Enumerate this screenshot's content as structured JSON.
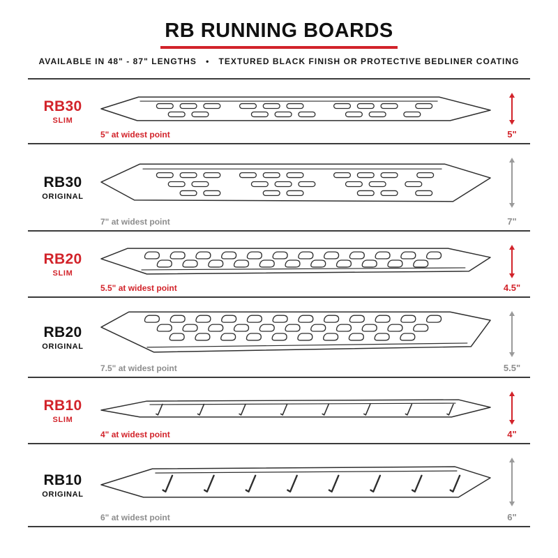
{
  "header": {
    "title": "RB RUNNING BOARDS",
    "subtitle": "AVAILABLE IN 48\" - 87\" LENGTHS   •   TEXTURED BLACK FINISH OR PROTECTIVE BEDLINER COATING"
  },
  "colors": {
    "red": "#d2232a",
    "gray": "#8d8d8d"
  },
  "rows": [
    {
      "model": "RB30",
      "variant": "SLIM",
      "widest": "5\" at widest point",
      "height": "5\""
    },
    {
      "model": "RB30",
      "variant": "ORIGINAL",
      "widest": "7\" at widest point",
      "height": "7\""
    },
    {
      "model": "RB20",
      "variant": "SLIM",
      "widest": "5.5\" at widest point",
      "height": "4.5\""
    },
    {
      "model": "RB20",
      "variant": "ORIGINAL",
      "widest": "7.5\" at widest point",
      "height": "5.5\""
    },
    {
      "model": "RB10",
      "variant": "SLIM",
      "widest": "4\" at widest point",
      "height": "4\""
    },
    {
      "model": "RB10",
      "variant": "ORIGINAL",
      "widest": "6\" at widest point",
      "height": "6\""
    }
  ]
}
